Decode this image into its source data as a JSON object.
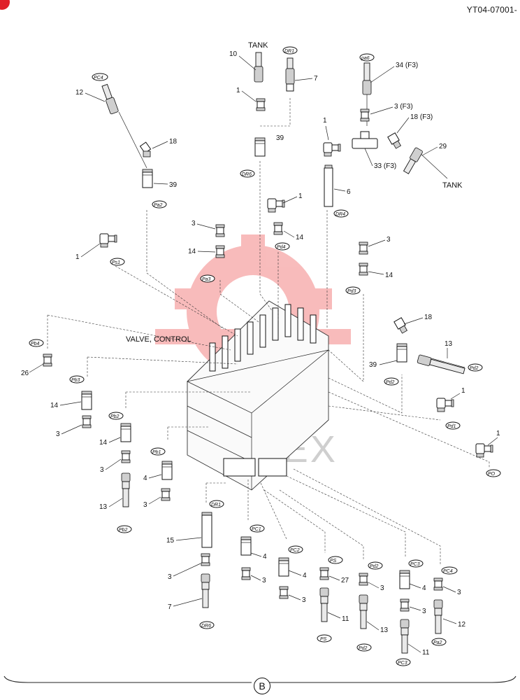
{
  "header": {
    "doc_code": "YT04-07001-"
  },
  "footer": {
    "section_letter": "B"
  },
  "assembly": {
    "title": "VALVE, CONTROL"
  },
  "watermark": {
    "text": "ИНТЕХ"
  },
  "callouts": {
    "n1": "1",
    "n3": "3",
    "n4": "4",
    "n6": "6",
    "n7": "7",
    "n10": "10",
    "n11": "11",
    "n12": "12",
    "n13": "13",
    "n14": "14",
    "n15": "15",
    "n18": "18",
    "n26": "26",
    "n27": "27",
    "n29": "29",
    "n39": "39",
    "n3f3": "3 (F3)",
    "n18f3": "18 (F3)",
    "n33f3": "33 (F3)",
    "n34f3": "34 (F3)",
    "tank": "TANK"
  },
  "port_tags": {
    "pc4": "PC4",
    "pc1": "PC1",
    "pc2": "PC2",
    "pc3": "PC3",
    "dr1": "DR1",
    "dr4": "DR4",
    "dr6": "DR6",
    "pa2": "Pa2",
    "pa3": "Pa3",
    "ps1": "Ps1",
    "pa6": "pa6",
    "pd1": "Pd1",
    "pd2": "Pd2",
    "pd3": "Pd3",
    "pd4": "Pd4",
    "pb2": "Pb2",
    "pb3": "Pb3",
    "pb4": "Pb4",
    "pb1": "Pb1",
    "ps": "PS",
    "po": "PO"
  },
  "colors": {
    "watermark": "#f06a6a",
    "badge": "#e0202a",
    "ink": "#111111"
  }
}
